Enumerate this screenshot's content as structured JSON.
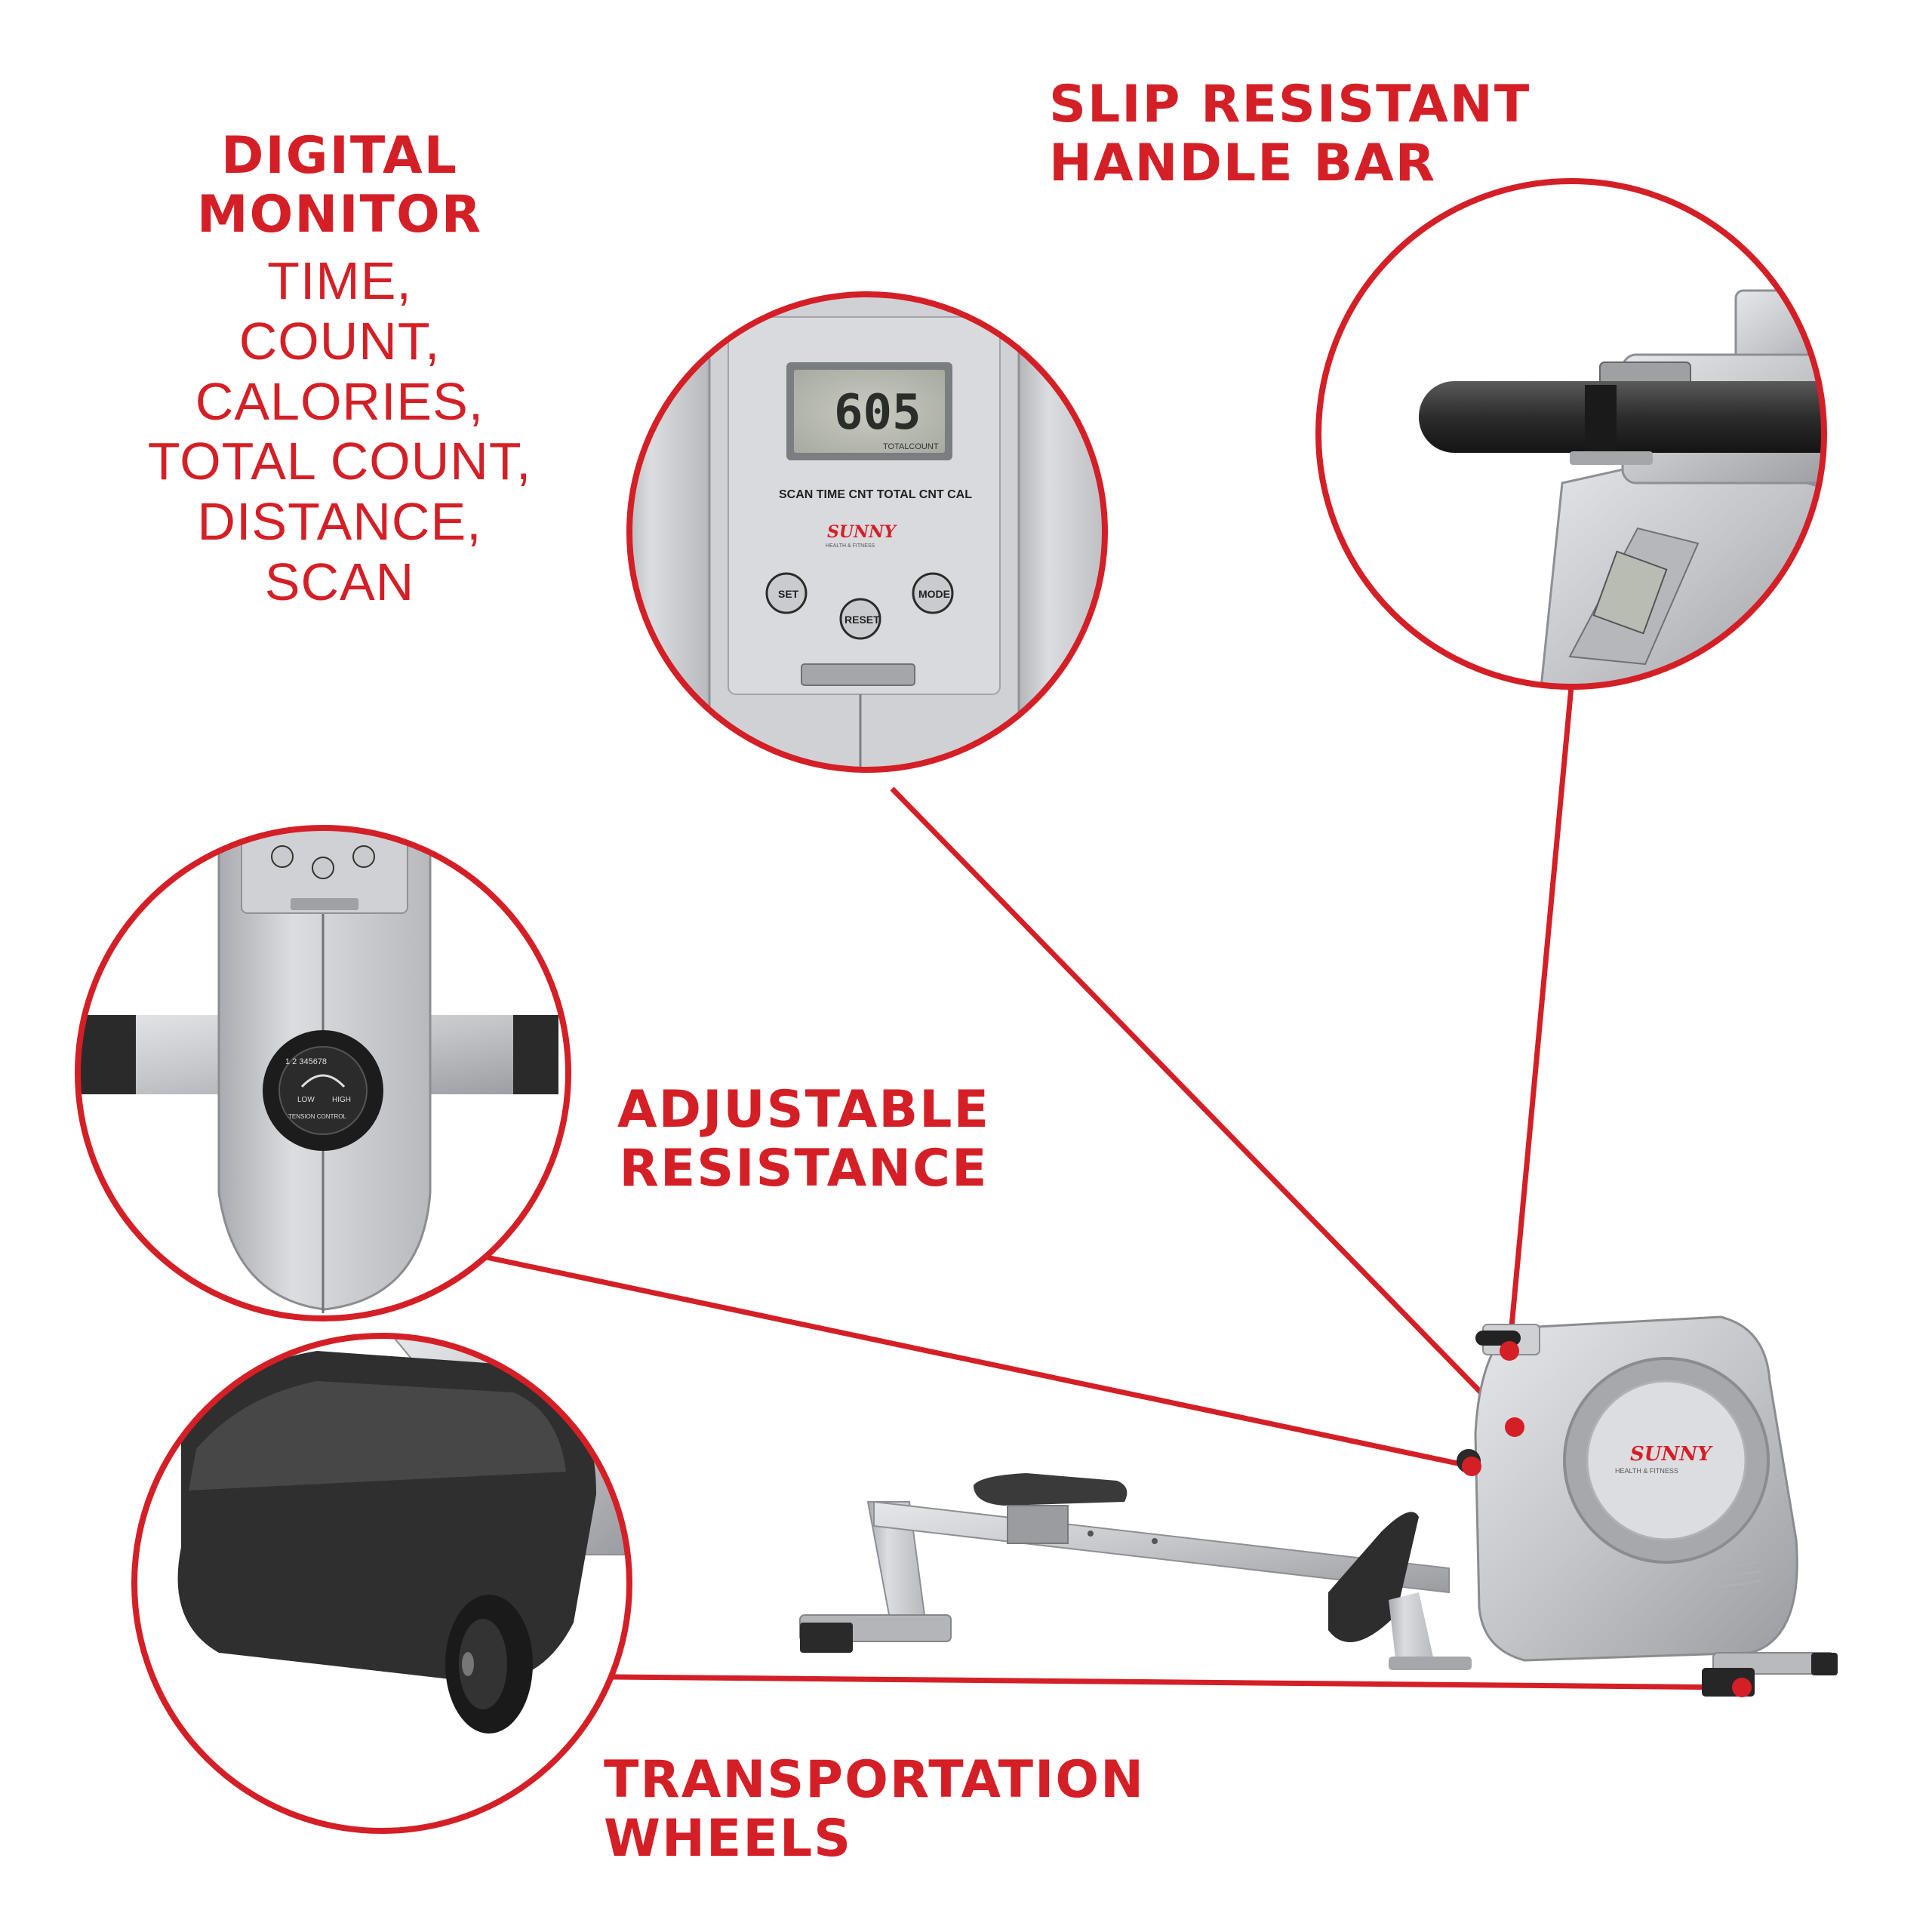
{
  "accent_color": "#d41f26",
  "callouts": {
    "digital_monitor": {
      "title_lines": [
        "DIGITAL",
        "MONITOR"
      ],
      "feature_lines": [
        "TIME,",
        "COUNT,",
        "CALORIES,",
        "TOTAL COUNT,",
        "DISTANCE,",
        "SCAN"
      ]
    },
    "handle_bar": {
      "title_lines": [
        "SLIP RESISTANT",
        "HANDLE BAR"
      ]
    },
    "resistance": {
      "title_lines": [
        "ADJUSTABLE",
        "RESISTANCE"
      ]
    },
    "wheels": {
      "title_lines": [
        "TRANSPORTATION",
        "WHEELS"
      ]
    }
  },
  "monitor_panel": {
    "lcd_value": "605",
    "lcd_caption": "TOTALCOUNT",
    "mode_labels": "SCAN TIME CNT TOTAL CNT CAL",
    "brand": "SUNNY",
    "brand_sub": "HEALTH & FITNESS",
    "buttons": {
      "set": "SET",
      "reset": "RESET",
      "mode": "MODE"
    }
  },
  "tension_knob": {
    "scale": "1  2  345678",
    "low": "LOW",
    "high": "HIGH",
    "caption": "TENSION CONTROL"
  },
  "machine": {
    "brand": "SUNNY",
    "brand_sub": "HEALTH & FITNESS"
  },
  "icons": [
    "digital-monitor-zoom",
    "handle-bar-zoom",
    "tension-knob-zoom",
    "transport-wheel-zoom",
    "rowing-machine"
  ]
}
